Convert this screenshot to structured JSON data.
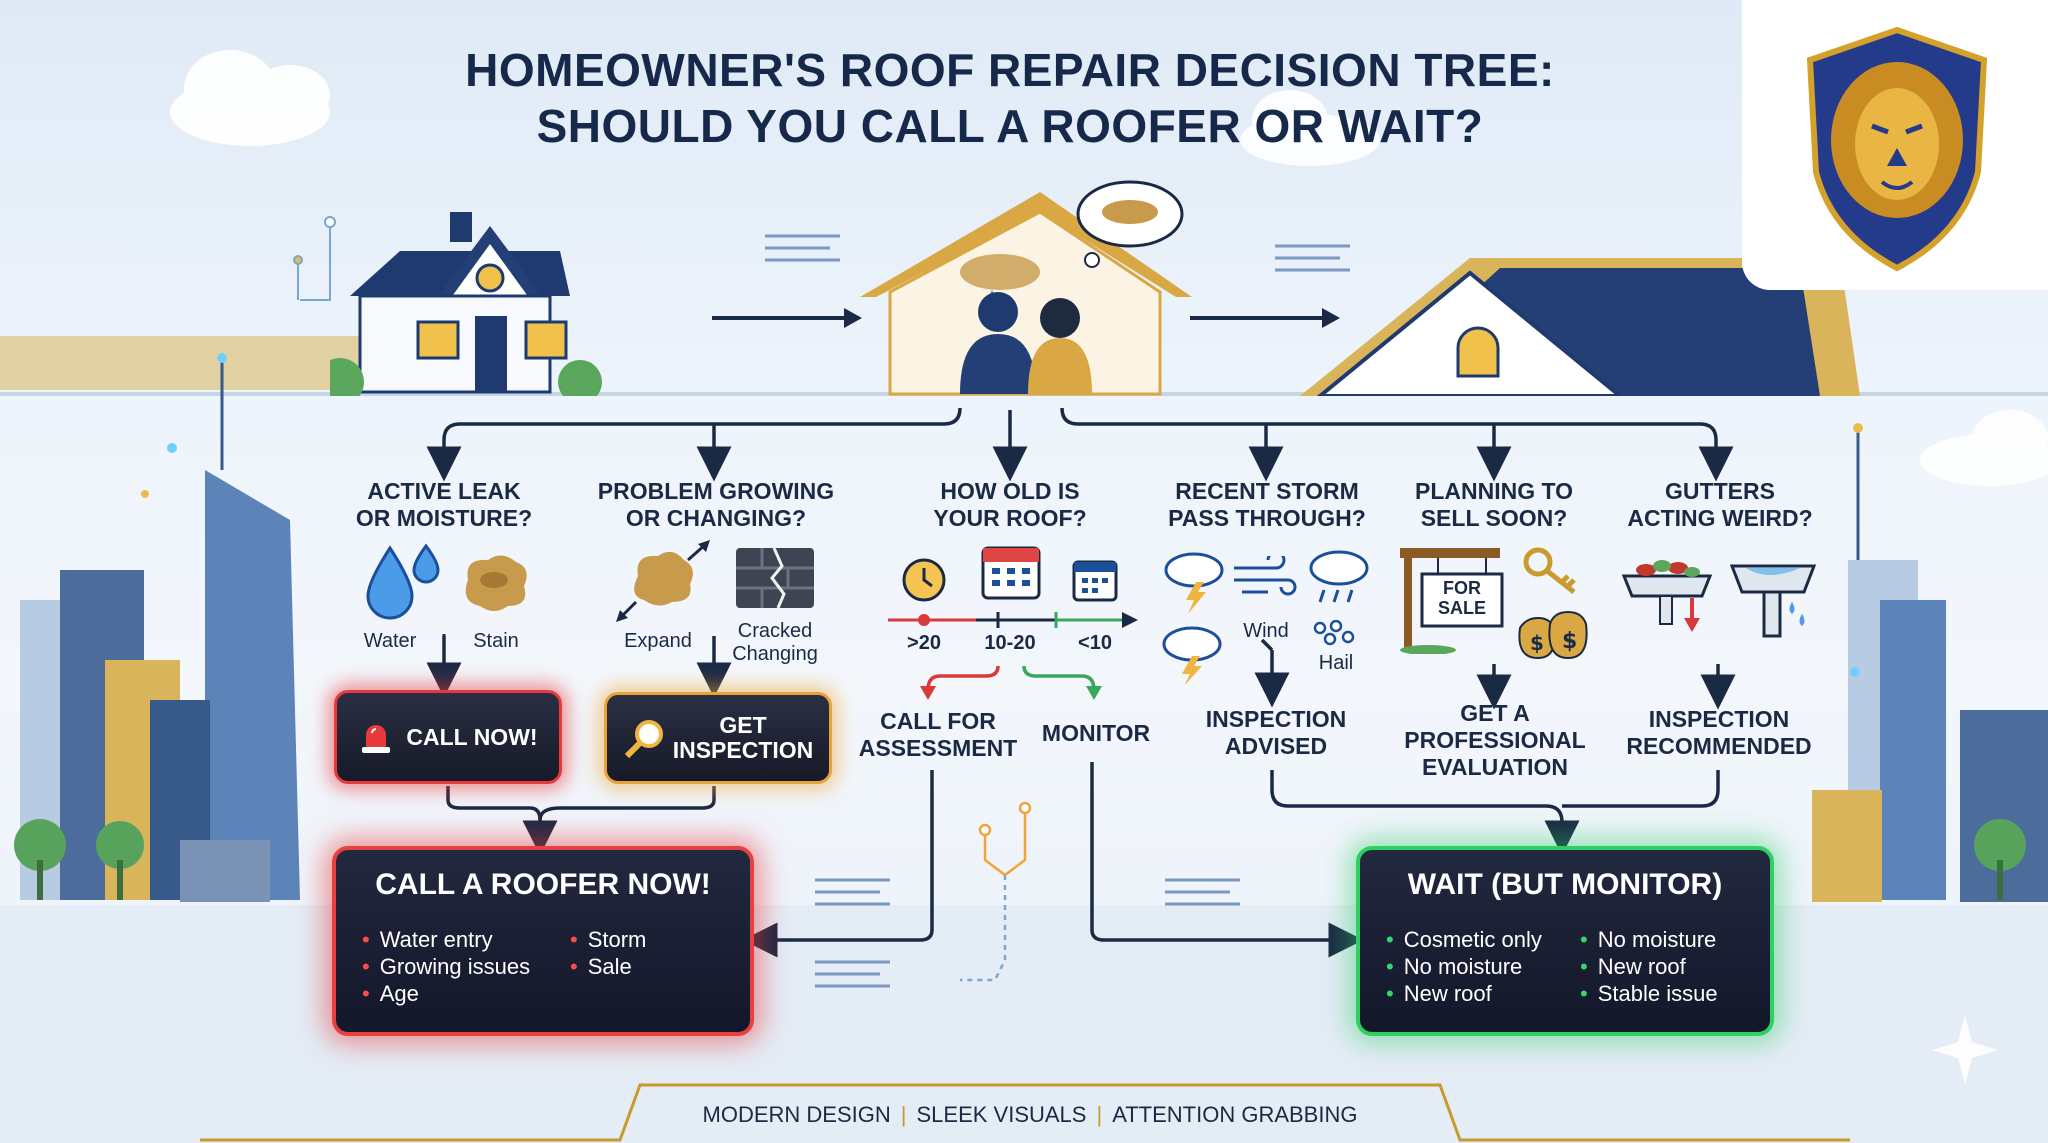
{
  "title_line1": "HOMEOWNER'S ROOF REPAIR DECISION TREE:",
  "title_line2": "SHOULD YOU CALL A ROOFER OR WAIT?",
  "questions": [
    {
      "l1": "ACTIVE LEAK",
      "l2": "OR MOISTURE?"
    },
    {
      "l1": "PROBLEM GROWING",
      "l2": "OR CHANGING?"
    },
    {
      "l1": "HOW OLD IS",
      "l2": "YOUR ROOF?"
    },
    {
      "l1": "RECENT STORM",
      "l2": "PASS THROUGH?"
    },
    {
      "l1": "PLANNING TO",
      "l2": "SELL SOON?"
    },
    {
      "l1": "GUTTERS",
      "l2": "ACTING WEIRD?"
    }
  ],
  "icon_labels": {
    "water": "Water",
    "stain": "Stain",
    "expand": "Expand",
    "cracked_l1": "Cracked",
    "cracked_l2": "Changing",
    "wind": "Wind",
    "hail": "Hail",
    "for_sale_l1": "FOR",
    "for_sale_l2": "SALE"
  },
  "age_scale": [
    ">20",
    "10-20",
    "<10"
  ],
  "buttons": {
    "call_now": "CALL NOW!",
    "get_inspection_l1": "GET",
    "get_inspection_l2": "INSPECTION"
  },
  "outcomes": {
    "assessment_l1": "CALL FOR",
    "assessment_l2": "ASSESSMENT",
    "monitor": "MONITOR",
    "storm_l1": "INSPECTION",
    "storm_l2": "ADVISED",
    "sell_l1": "GET A",
    "sell_l2": "PROFESSIONAL",
    "sell_l3": "EVALUATION",
    "gutter_l1": "INSPECTION",
    "gutter_l2": "RECOMMENDED"
  },
  "call_panel": {
    "title": "CALL A ROOFER NOW!",
    "col1": [
      "Water entry",
      "Growing issues",
      "Age"
    ],
    "col2": [
      "Storm",
      "Sale"
    ]
  },
  "wait_panel": {
    "title": "WAIT (BUT MONITOR)",
    "col1": [
      "Cosmetic only",
      "No moisture",
      "New roof"
    ],
    "col2": [
      "No moisture",
      "New roof",
      "Stable issue"
    ]
  },
  "footer": [
    "MODERN DESIGN",
    "SLEEK VISUALS",
    "ATTENTION GRABBING"
  ],
  "colors": {
    "navy": "#16294a",
    "gold": "#c99a2e",
    "red": "#e83a3a",
    "green": "#2fcf62"
  }
}
